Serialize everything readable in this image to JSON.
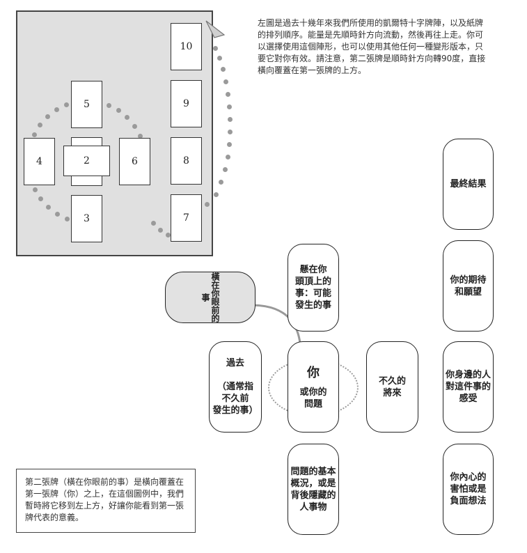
{
  "intro_text": "左圖是過去十幾年來我們所使用的凱爾特十字牌陣，以及紙牌的排列順序。能量是先順時針方向流動，然後再往上走。你可以選擇使用這個陣形，也可以使用其他任何一種變形版本，只要它對你有效。請注意，第二張牌是順時針方向轉90度，直接橫向覆蓋在第一張牌的上方。",
  "note_text": "第二張牌（橫在你眼前的事）是橫向覆蓋在第一張牌（你）之上，在這個圖例中，我們暫時將它移到左上方，好讓你能看到第一張牌代表的意義。",
  "mini_cards": {
    "c2": "2",
    "c3": "3",
    "c4": "4",
    "c5": "5",
    "c6": "6",
    "c7": "7",
    "c8": "8",
    "c9": "9",
    "c10": "10"
  },
  "cards": {
    "crossing": "橫在你眼前的事",
    "above": [
      "懸在你",
      "頭頂上的",
      "事：可能",
      "發生的事"
    ],
    "you_big": "你",
    "you_sub": [
      "或你的",
      "問題"
    ],
    "past": [
      "過去",
      "",
      "（通常指",
      "不久前",
      "發生的事）"
    ],
    "near_future": [
      "不久的",
      "將來"
    ],
    "below": [
      "問題的基本",
      "概況，或是",
      "背後隱藏的",
      "人事物"
    ],
    "final": "最終結果",
    "hopes": [
      "你的期待",
      "和願望"
    ],
    "environment": [
      "你身邊的人",
      "對這件事的",
      "感受"
    ],
    "fears": [
      "你內心的",
      "害怕或是",
      "負面想法"
    ]
  }
}
